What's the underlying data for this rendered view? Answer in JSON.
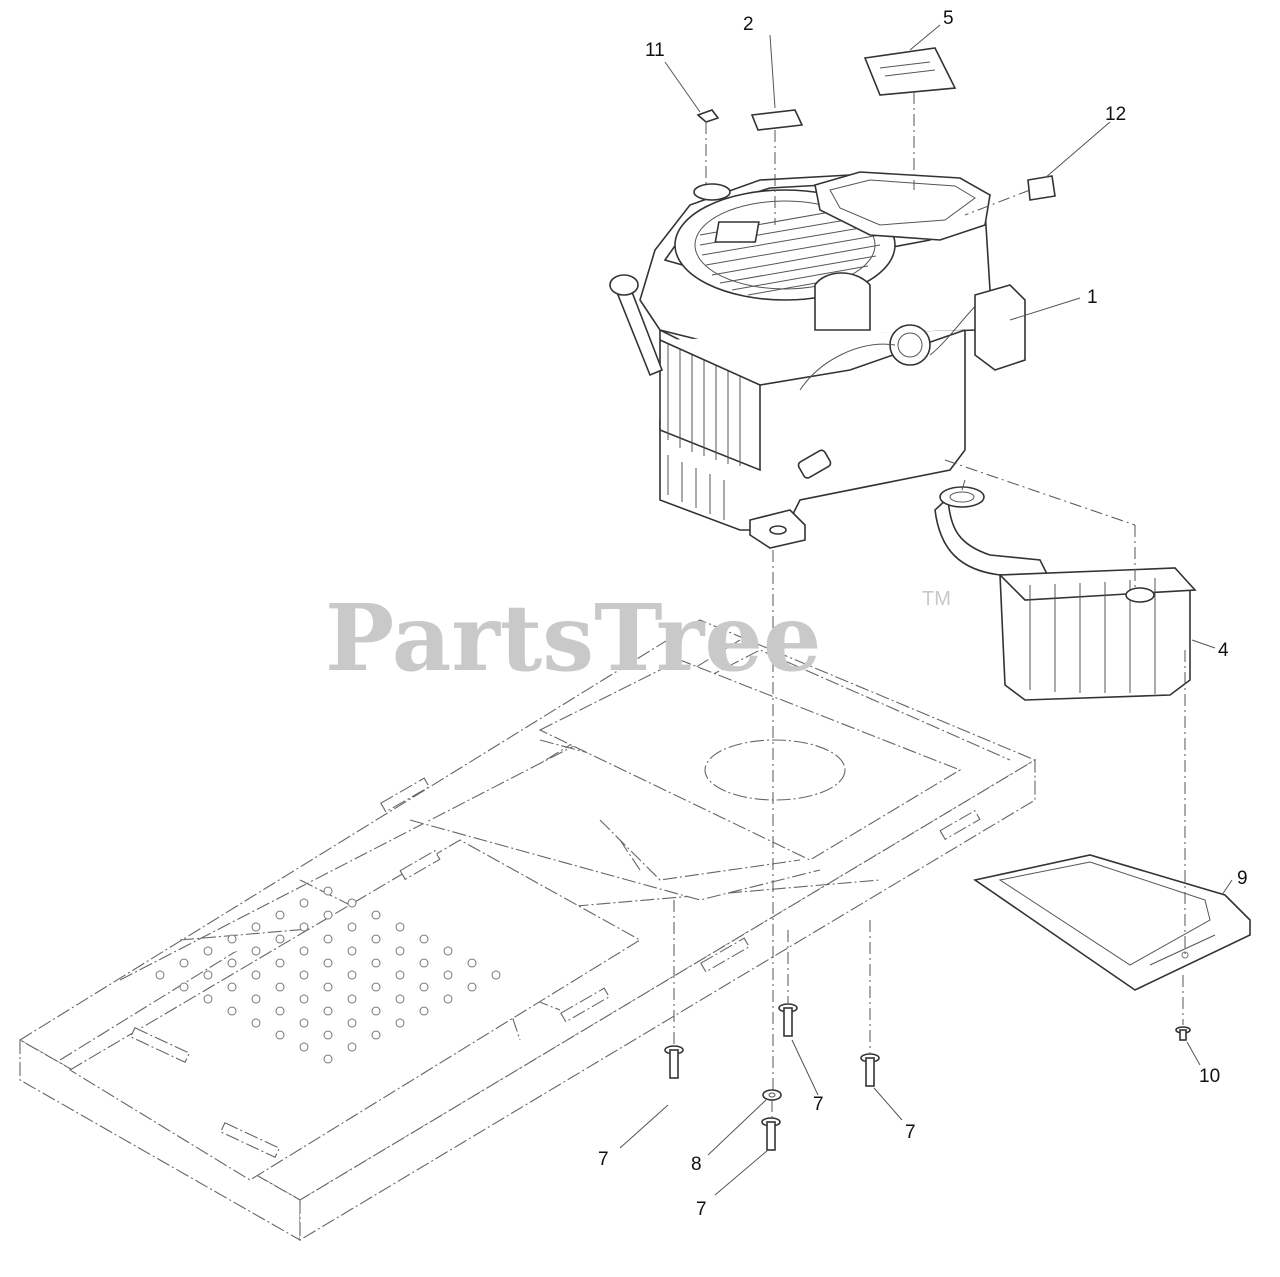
{
  "watermark": {
    "text": "PartsTree",
    "trademark": "TM"
  },
  "callouts": {
    "c1": "1",
    "c2": "2",
    "c4": "4",
    "c5": "5",
    "c7a": "7",
    "c7b": "7",
    "c7c": "7",
    "c7d": "7",
    "c8": "8",
    "c9": "9",
    "c10": "10",
    "c11": "11",
    "c12": "12"
  },
  "colors": {
    "line": "#333333",
    "watermark": "#c9c9c9",
    "background": "#ffffff"
  }
}
